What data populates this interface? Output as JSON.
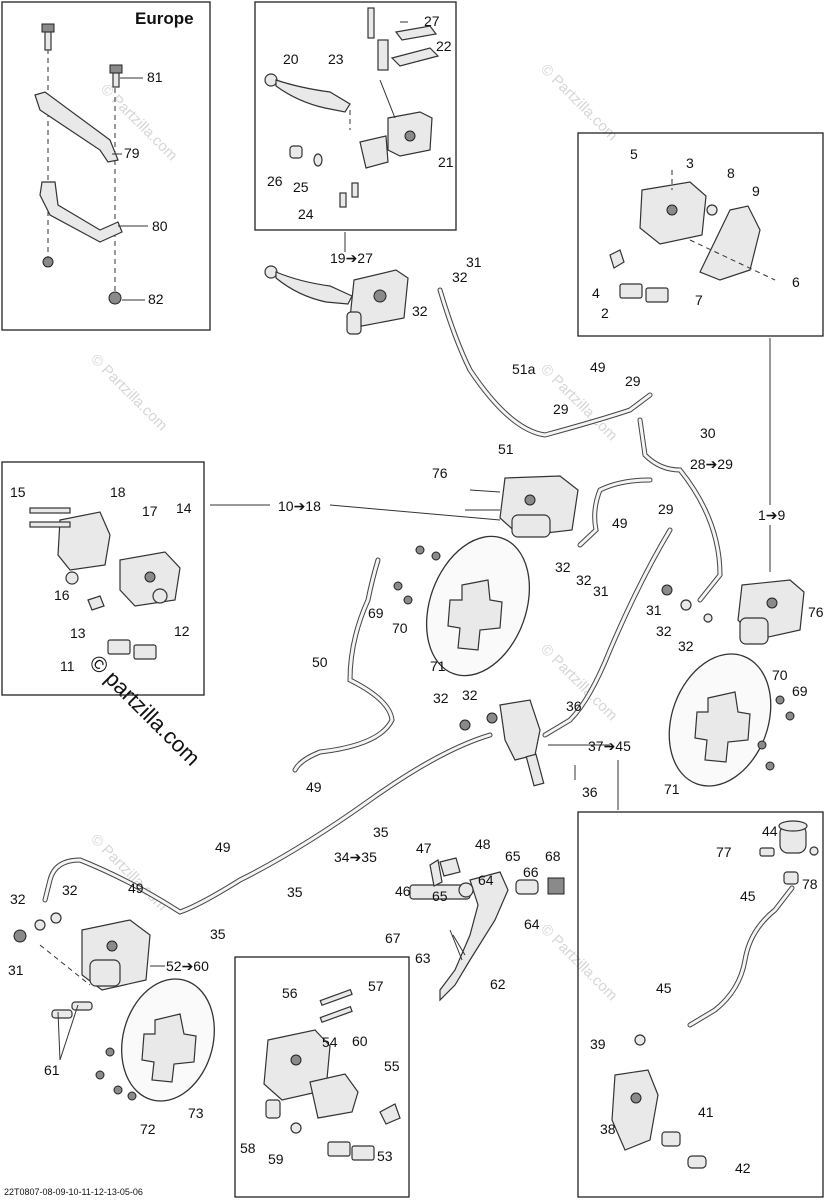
{
  "title": "Europe",
  "footer": "22T0807-08-09-10-11-12-13-05-06",
  "watermark": "© Partzilla.com",
  "watermark_corner": "© partzilla.com",
  "callouts": [
    "1➔9",
    "2",
    "3",
    "4",
    "5",
    "6",
    "7",
    "8",
    "9",
    "10➔18",
    "11",
    "12",
    "13",
    "14",
    "15",
    "16",
    "17",
    "18",
    "19➔27",
    "20",
    "21",
    "22",
    "23",
    "24",
    "25",
    "26",
    "27",
    "28➔29",
    "29",
    "30",
    "31",
    "32",
    "34➔35",
    "35",
    "36",
    "37➔45",
    "38",
    "39",
    "41",
    "42",
    "44",
    "45",
    "46",
    "47",
    "48",
    "49",
    "50",
    "51",
    "51a",
    "52➔60",
    "53",
    "54",
    "55",
    "56",
    "57",
    "58",
    "59",
    "60",
    "61",
    "62",
    "63",
    "64",
    "65",
    "66",
    "67",
    "68",
    "69",
    "70",
    "71",
    "72",
    "73",
    "76",
    "77",
    "78",
    "79",
    "80",
    "81",
    "82"
  ]
}
